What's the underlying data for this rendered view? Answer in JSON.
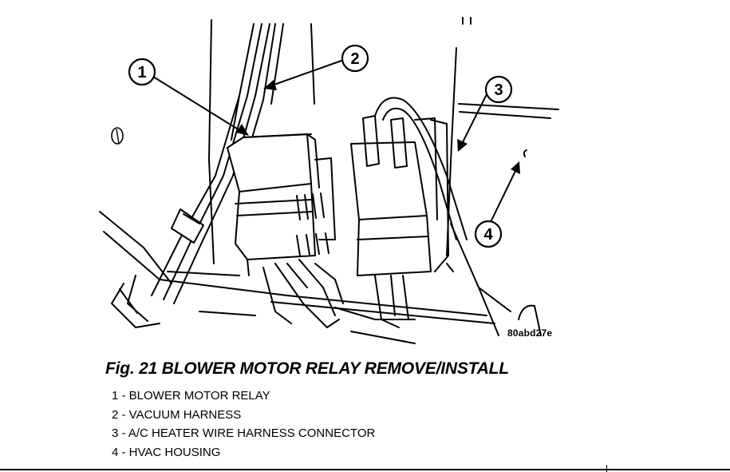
{
  "figure": {
    "code": "80abd27e",
    "title": "Fig. 21 BLOWER MOTOR RELAY REMOVE/INSTALL",
    "callouts": [
      "1",
      "2",
      "3",
      "4"
    ],
    "legend": [
      "1 - BLOWER MOTOR RELAY",
      "2 - VACUUM HARNESS",
      "3 - A/C HEATER WIRE HARNESS CONNECTOR",
      "4 - HVAC HOUSING"
    ]
  }
}
